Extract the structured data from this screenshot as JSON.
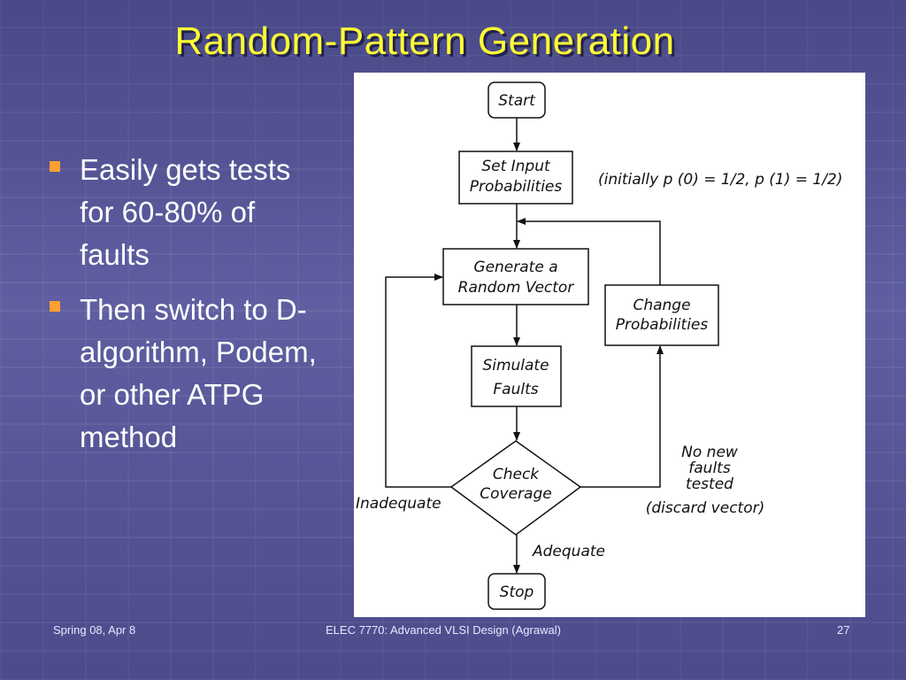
{
  "slide": {
    "title": "Random-Pattern Generation",
    "bullets": [
      {
        "text": "Easily gets tests for 60-80% of faults"
      },
      {
        "text": "Then switch to D-algorithm, Podem, or other ATPG method"
      }
    ],
    "footer": {
      "left": "Spring 08, Apr 8",
      "center": "ELEC 7770: Advanced VLSI Design (Agrawal)",
      "right": "27"
    }
  },
  "flowchart": {
    "start": "Start",
    "set_input": [
      "Set Input",
      "Probabilities"
    ],
    "initial_note": "(initially p (0) = 1/2, p (1) = 1/2)",
    "generate": [
      "Generate a",
      "Random Vector"
    ],
    "change": [
      "Change",
      "Probabilities"
    ],
    "simulate": [
      "Simulate",
      "Faults"
    ],
    "check": [
      "Check",
      "Coverage"
    ],
    "inadequate": "Inadequate",
    "no_new": [
      "No new",
      "faults",
      "tested"
    ],
    "discard": "(discard vector)",
    "adequate": "Adequate",
    "stop": "Stop"
  }
}
